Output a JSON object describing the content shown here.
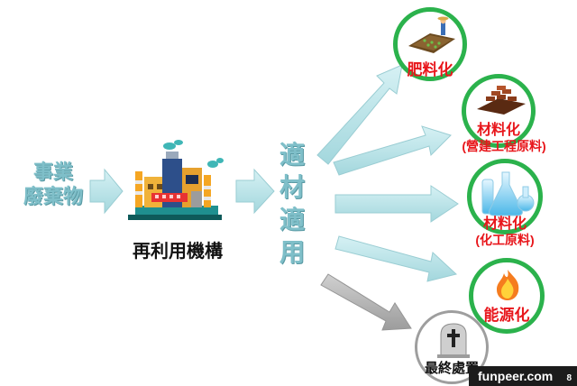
{
  "source": {
    "line1": "事業",
    "line2": "廢棄物"
  },
  "facility_label": "再利用機構",
  "adapt_label": {
    "c1": "適",
    "c2": "材",
    "c3": "適",
    "c4": "用"
  },
  "outcomes": {
    "fertilizer": "肥料化",
    "building": {
      "title": "材料化",
      "sub": "(營建工程原料)"
    },
    "chemical": {
      "title": "材料化",
      "sub": "(化工原料)"
    },
    "energy": "能源化",
    "disposal": "最終處置"
  },
  "brand": {
    "text": "funpeer.com",
    "page": "8"
  },
  "colors": {
    "arrow_teal": "#b7e3e8",
    "arrow_gray": "#b0b0b0",
    "circle_green": "#2bb24c",
    "text_red": "#e8161b",
    "text_teal": "#7fbfc9"
  }
}
